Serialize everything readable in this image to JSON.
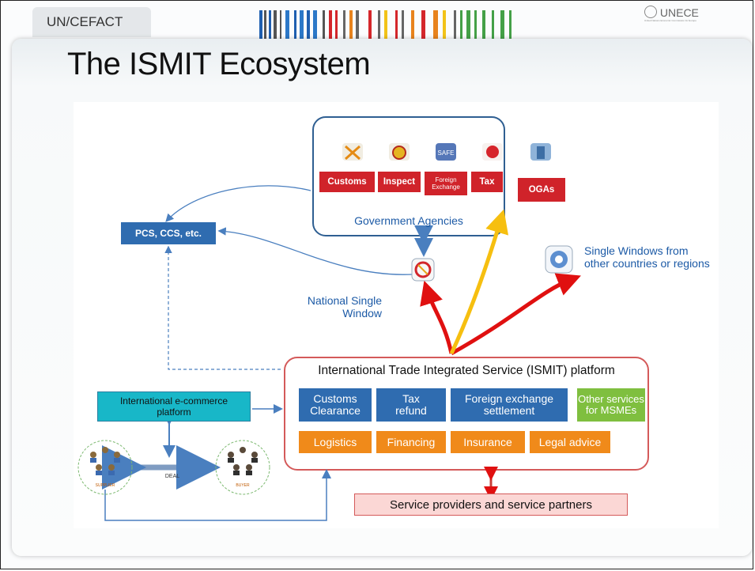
{
  "header": {
    "left_tab": "UN/CEFACT",
    "logo_text": "UNECE",
    "logo_subtext": "United Nations Economic Commission for Europe"
  },
  "slide": {
    "title": "The ISMIT Ecosystem"
  },
  "diagram": {
    "government": {
      "label": "Government Agencies",
      "agencies": [
        {
          "label": "Customs"
        },
        {
          "label": "Inspect"
        },
        {
          "label": "Foreign Exchange"
        },
        {
          "label": "Tax"
        },
        {
          "label": "OGAs"
        }
      ]
    },
    "pcs": "PCS, CCS, etc.",
    "national_sw": "National Single Window",
    "other_sw": "Single Windows from other countries or regions",
    "platform": {
      "title": "International Trade Integrated Service (ISMIT) platform",
      "row1": [
        {
          "label": "Customs Clearance"
        },
        {
          "label": "Tax refund"
        },
        {
          "label": "Foreign exchange settlement"
        },
        {
          "label": "Other services for MSMEs"
        }
      ],
      "row2": [
        {
          "label": "Logistics"
        },
        {
          "label": "Financing"
        },
        {
          "label": "Insurance"
        },
        {
          "label": "Legal advice"
        }
      ]
    },
    "ecommerce": "International e-commerce platform",
    "deal": "DEAL",
    "supplier": "SUPPLIER",
    "buyer": "BUYER",
    "providers": "Service providers and service partners"
  }
}
